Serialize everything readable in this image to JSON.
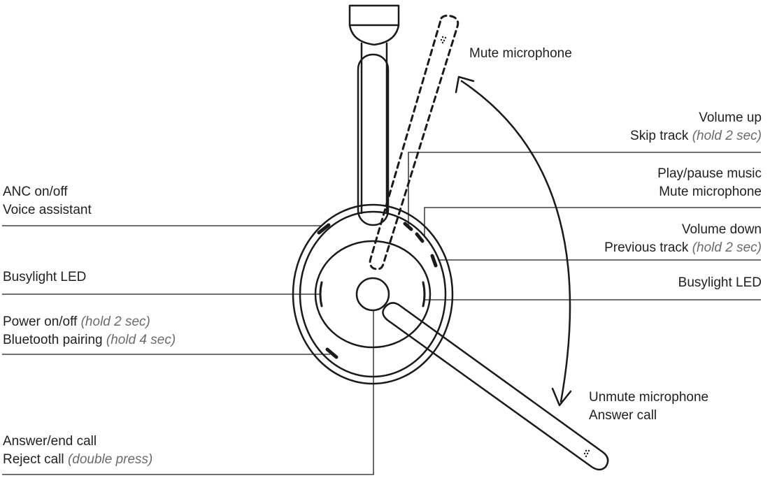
{
  "labels": {
    "anc": {
      "line1": "ANC on/off",
      "line2": "Voice assistant"
    },
    "busylight_left": {
      "line1": "Busylight LED"
    },
    "power": {
      "line1": "Power on/off",
      "line1_hint": "(hold 2 sec)",
      "line2": "Bluetooth pairing",
      "line2_hint": "(hold 4 sec)"
    },
    "answer": {
      "line1": "Answer/end call",
      "line2": "Reject call",
      "line2_hint": "(double press)"
    },
    "mute_top": {
      "line1": "Mute microphone"
    },
    "volume_up": {
      "line1": "Volume up",
      "line2": "Skip track",
      "line2_hint": "(hold 2 sec)"
    },
    "play_pause": {
      "line1": "Play/pause music",
      "line2": "Mute microphone"
    },
    "volume_down": {
      "line1": "Volume down",
      "line2": "Previous track",
      "line2_hint": "(hold 2 sec)"
    },
    "busylight_right": {
      "line1": "Busylight LED"
    },
    "unmute": {
      "line1": "Unmute microphone",
      "line2": "Answer call"
    }
  },
  "colors": {
    "stroke": "#1a1a1a",
    "text": "#1f1f1f",
    "hint": "#6b6b6b"
  }
}
